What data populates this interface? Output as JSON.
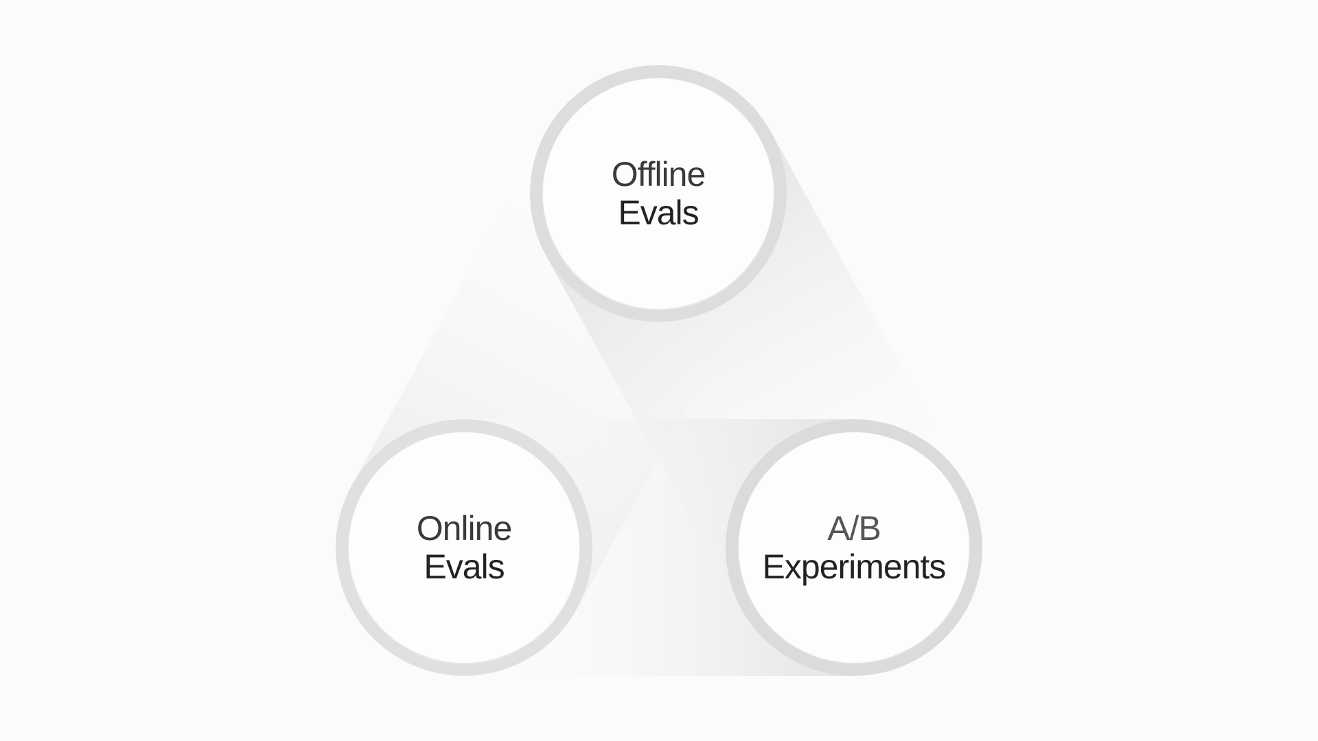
{
  "diagram": {
    "type": "triad-cycle",
    "background": "#fbfbfb",
    "ring_color": "#dcdddf",
    "circle_fill": "#fdfdfd",
    "nodes": [
      {
        "id": "offline",
        "line1": "Offline",
        "line2": "Evals"
      },
      {
        "id": "online",
        "line1": "Online",
        "line2": "Evals"
      },
      {
        "id": "ab",
        "line1": "A/B",
        "line2": "Experiments"
      }
    ],
    "connections": [
      [
        "offline",
        "online"
      ],
      [
        "offline",
        "ab"
      ],
      [
        "online",
        "ab"
      ]
    ]
  }
}
